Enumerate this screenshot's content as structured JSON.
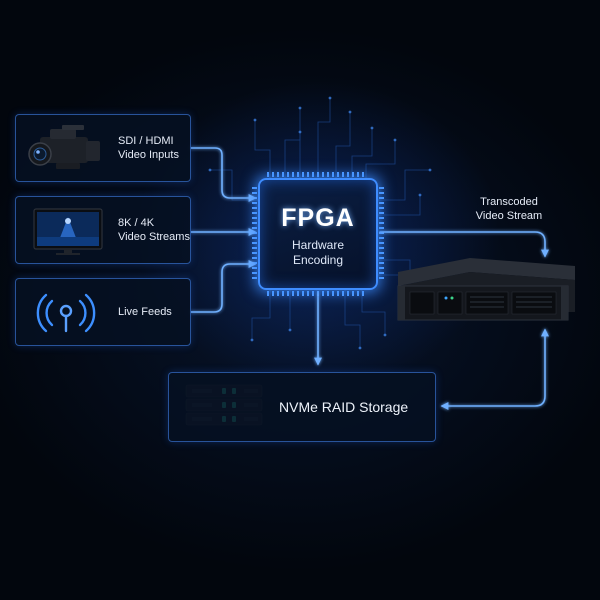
{
  "inputs": [
    {
      "label": "SDI / HDMI\nVideo Inputs",
      "icon": "video-camera-icon"
    },
    {
      "label": "8K / 4K\nVideo Streams",
      "icon": "monitor-icon"
    },
    {
      "label": "Live Feeds",
      "icon": "broadcast-icon"
    }
  ],
  "fpga": {
    "title": "FPGA",
    "subtitle": "Hardware\nEncoding"
  },
  "output": {
    "label": "Transcoded\nVideo Stream",
    "icon": "rack-server-icon"
  },
  "storage": {
    "label": "NVMe RAID Storage",
    "icon": "storage-drives-icon"
  },
  "colors": {
    "accent": "#3f8dff",
    "glow": "#5aa0ff",
    "panel_border": "#468cff",
    "background": "#02060d"
  }
}
